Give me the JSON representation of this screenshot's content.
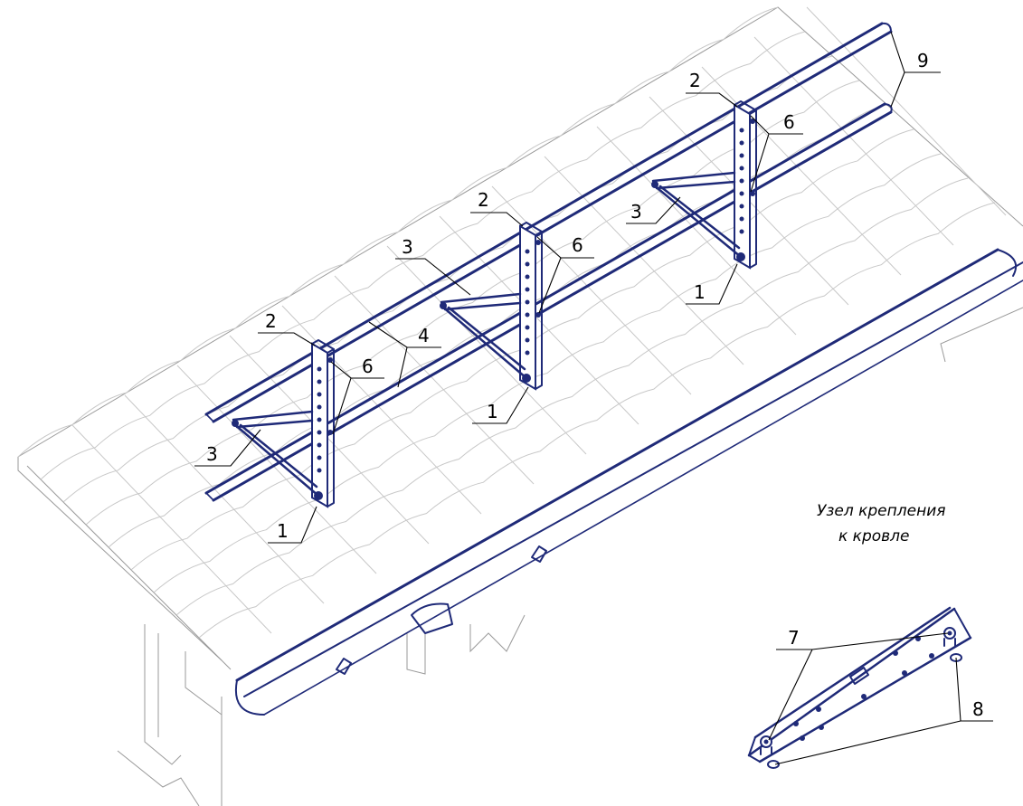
{
  "callouts": {
    "c1": "1",
    "c2": "2",
    "c3": "3",
    "c4": "4",
    "c6": "6",
    "c7": "7",
    "c8": "8",
    "c9": "9"
  },
  "detail_caption": {
    "line1": "Узел крепления",
    "line2": "к кровле"
  },
  "colors": {
    "steel": "#1f2a78",
    "roof": "#c8c8c8",
    "leader": "#000000"
  }
}
